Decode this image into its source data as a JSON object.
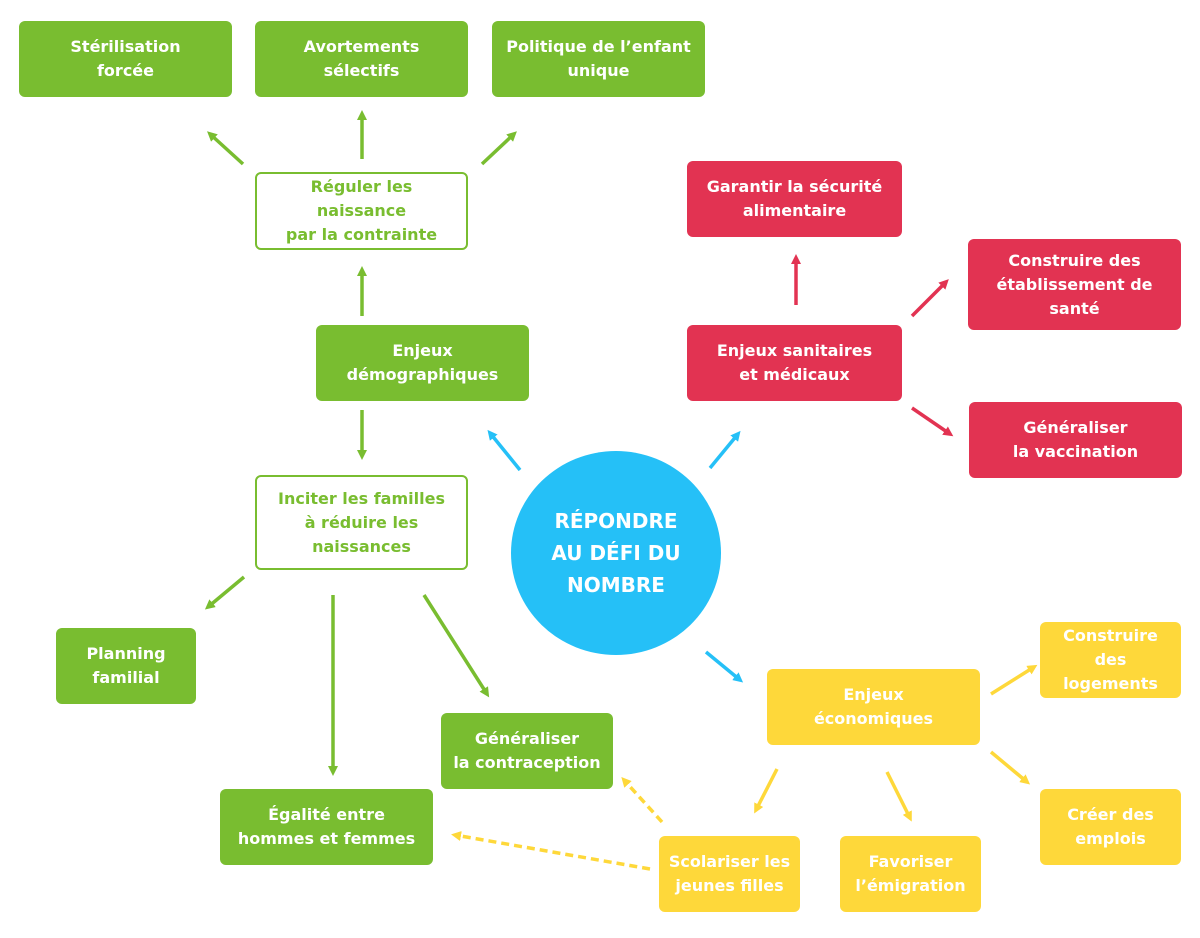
{
  "center": {
    "label": "RÉPONDRE\nAU DÉFI DU\nNOMBRE"
  },
  "demographic": {
    "hub": "Enjeux\ndémographiques",
    "constraint": "Réguler les naissance\npar la contrainte",
    "sterilisation": "Stérilisation\nforcée",
    "abortions": "Avortements\nsélectifs",
    "one_child": "Politique de l’enfant\nunique",
    "incentive": "Inciter les familles\nà réduire les\nnaissances",
    "planning": "Planning\nfamilial",
    "equality": "Égalité entre\nhommes et femmes",
    "contraception": "Généraliser\nla contraception"
  },
  "health": {
    "hub": "Enjeux sanitaires\net médicaux",
    "food": "Garantir la sécurité\nalimentaire",
    "facilities": "Construire des\nétablissement de\nsanté",
    "vaccination": "Généraliser\nla vaccination"
  },
  "economic": {
    "hub": "Enjeux\néconomiques",
    "housing": "Construire\ndes logements",
    "jobs": "Créer des\nemplois",
    "emigration": "Favoriser\nl’émigration",
    "girls": "Scolariser les\njeunes filles"
  },
  "colors": {
    "green": "#79bd30",
    "red": "#e23352",
    "yellow": "#fed83a",
    "blue": "#25c0f7"
  }
}
